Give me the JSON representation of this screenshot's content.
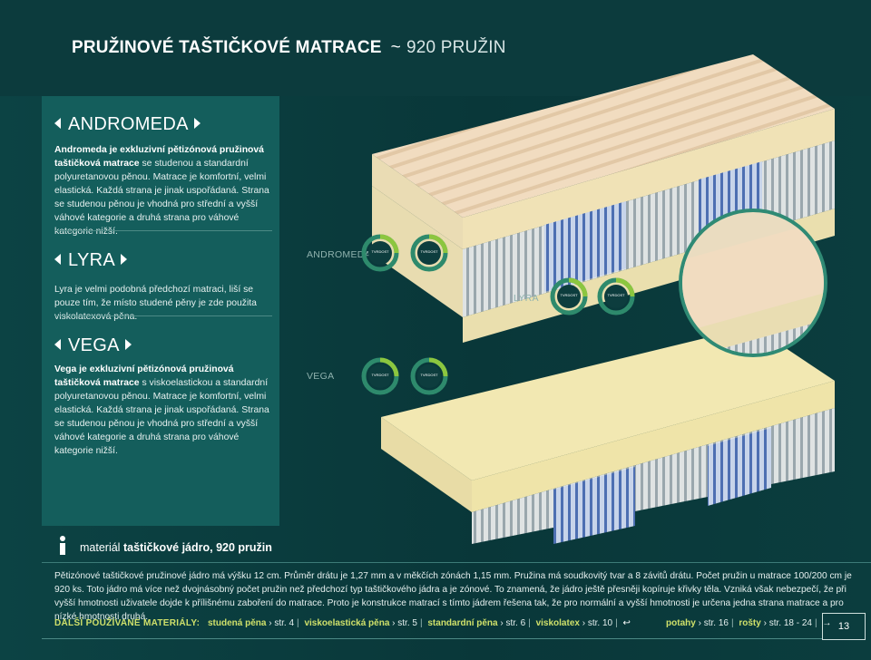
{
  "header": {
    "title": "PRUŽINOVÉ TAŠTIČKOVÉ MATRACE",
    "separator": "~",
    "subtitle": "920 PRUŽIN"
  },
  "sections": [
    {
      "name": "ANDROMEDA",
      "lead": "Andromeda je exkluzivní pětizónová pružinová taštičková matrace",
      "text": " se studenou a standardní polyuretanovou pěnou. Matrace je komfortní, velmi elastická. Každá strana je jinak uspořádaná. Strana se studenou pěnou je vhodná pro střední a vyšší váhové kategorie a druhá strana pro váhové kategorie nižší."
    },
    {
      "name": "LYRA",
      "lead": "",
      "text": "Lyra je velmi podobná předchozí matraci, liší se pouze tím, že místo studené pěny je zde použita viskolatexová pěna."
    },
    {
      "name": "VEGA",
      "lead": "Vega je exkluzivní pětizónová pružinová taštičková matrace",
      "text": " s viskoelastickou a standardní polyuretanovou pěnou. Matrace je komfortní, velmi elastická. Každá strana je jinak uspořádaná. Strana se studenou pěnou je vhodná pro střední a vyšší váhové kategorie a druhá strana pro váhové kategorie nižší."
    }
  ],
  "diagram_labels": {
    "andromeda": "ANDROMEDA",
    "lyra": "LYRA",
    "vega": "VEGA",
    "dial_center": "TVRDOST"
  },
  "material": {
    "prefix": "materiál",
    "title": "taštičkové jádro, 920 pružin",
    "text": "Pětizónové taštičkové pružinové jádro má výšku 12 cm. Průměr drátu je 1,27 mm a v měkčích zónách 1,15 mm. Pružina má soudkovitý tvar a 8 závitů drátu. Počet pružin u matrace 100/200 cm je 920 ks. Toto jádro má více než dvojnásobný počet pružin než předchozí typ taštičkového jádra a je zónové. To znamená, že jádro ještě přesněji kopíruje křivky těla. Vzniká však nebezpečí, že při vyšší hmotnosti uživatele dojde k přílišnému zaboření do matrace. Proto je konstrukce matrací s tímto jádrem řešena tak, že pro normální a vyšší hmotnosti je určena jedna strana matrace a pro nízké hmotnosti druhá."
  },
  "footer": {
    "label": "DALŠÍ POUŽÍVANÉ MATERIÁLY:",
    "items": [
      {
        "name": "studená pěna",
        "page": "› str. 4"
      },
      {
        "name": "viskoelastická pěna",
        "page": "› str. 5"
      },
      {
        "name": "standardní pěna",
        "page": "› str. 6"
      },
      {
        "name": "viskolatex",
        "page": "› str. 10"
      },
      {
        "name": "potahy",
        "page": "› str. 16"
      },
      {
        "name": "rošty",
        "page": "› str. 18 - 24"
      }
    ],
    "page_number": "13"
  },
  "colors": {
    "background": "#0b3b3c",
    "panel": "#145e5c",
    "accent": "#cfe06a",
    "muted": "#8fb2ae"
  },
  "icons": {
    "section_marker": "chevron-pair-icon",
    "info": "info-icon",
    "return": "return-arrow-icon",
    "next": "right-arrow-icon"
  }
}
